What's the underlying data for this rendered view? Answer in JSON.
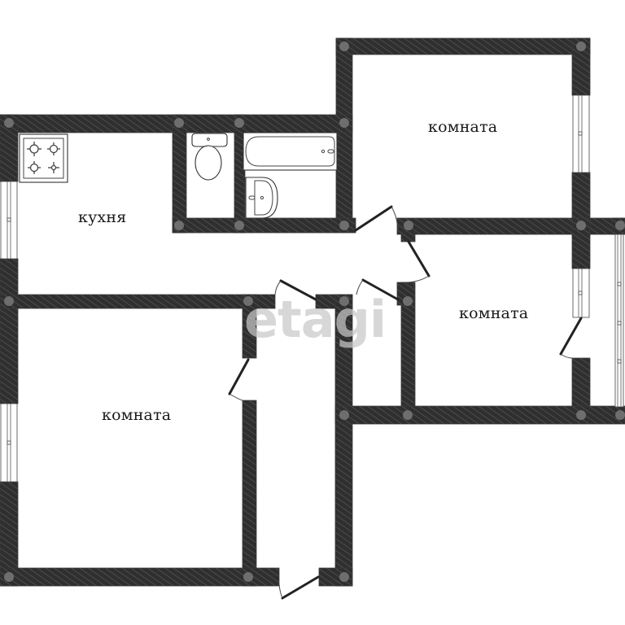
{
  "plan": {
    "rooms": [
      {
        "id": "kitchen",
        "label": "кухня"
      },
      {
        "id": "room-top-right",
        "label": "комната"
      },
      {
        "id": "room-middle-right",
        "label": "комната"
      },
      {
        "id": "room-bottom-left",
        "label": "комната"
      }
    ],
    "fixtures": [
      "stove-icon",
      "toilet-icon",
      "bathtub-icon",
      "sink-icon"
    ],
    "watermark": "etagi",
    "colors": {
      "wall": "#2f2f2f",
      "hatch": "#555555",
      "column": "#6e6e6e",
      "background": "#ffffff"
    }
  }
}
